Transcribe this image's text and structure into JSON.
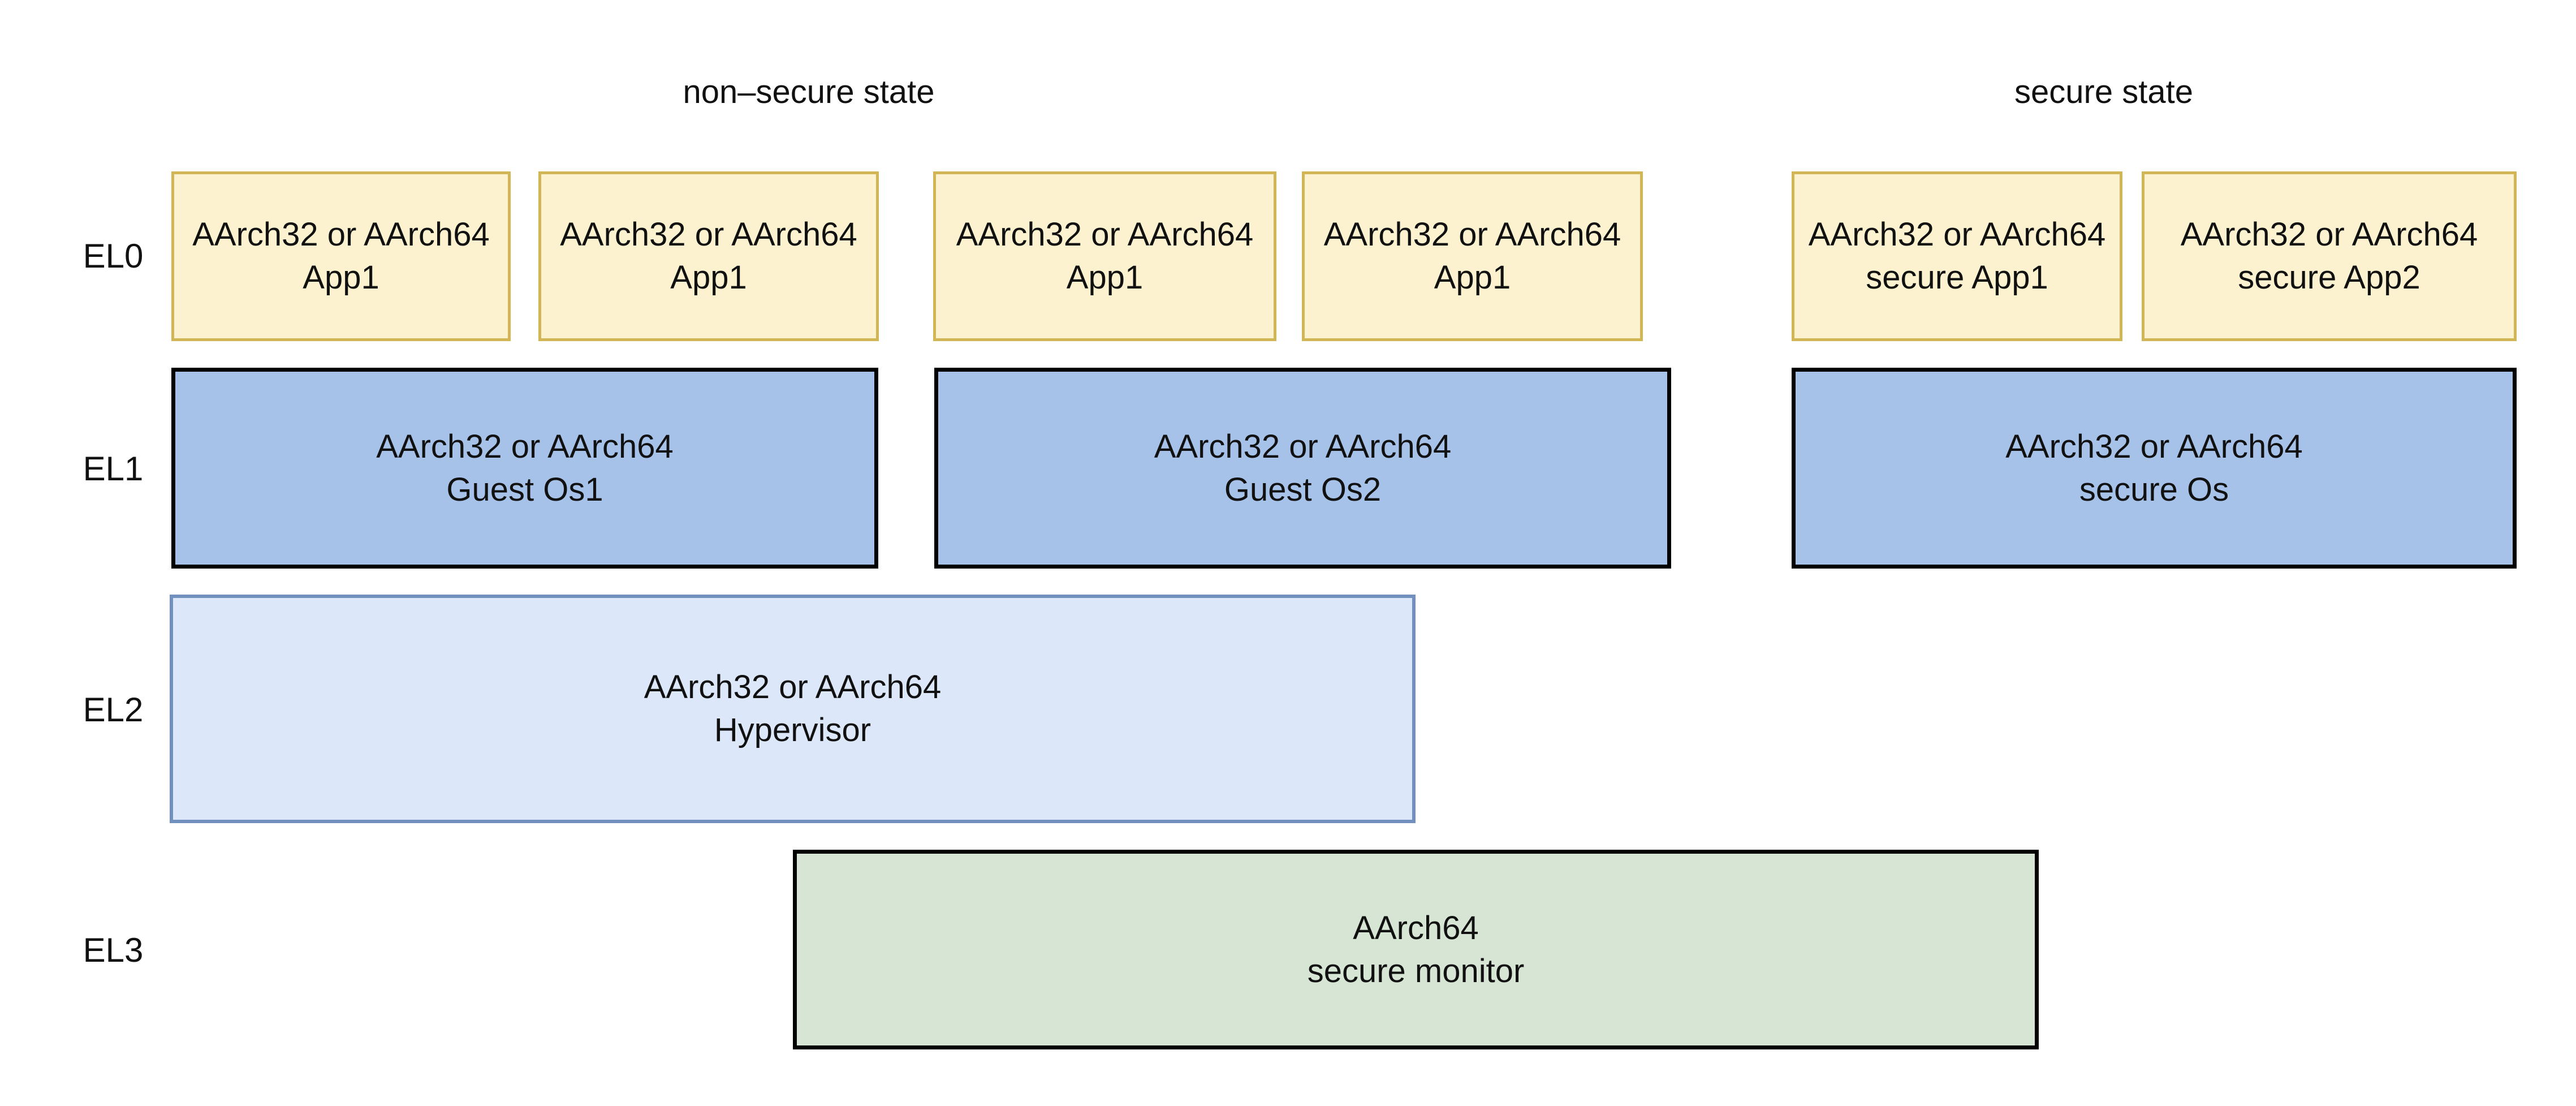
{
  "titles": {
    "non_secure": "non–secure state",
    "secure": "secure state"
  },
  "row_labels": [
    "EL0",
    "EL1",
    "EL2",
    "EL3"
  ],
  "el0_apps": [
    {
      "line1": "AArch32 or AArch64",
      "line2": "App1"
    },
    {
      "line1": "AArch32 or AArch64",
      "line2": "App1"
    },
    {
      "line1": "AArch32 or AArch64",
      "line2": "App1"
    },
    {
      "line1": "AArch32 or AArch64",
      "line2": "App1"
    },
    {
      "line1": "AArch32 or AArch64",
      "line2": "secure App1"
    },
    {
      "line1": "AArch32 or AArch64",
      "line2": "secure App2"
    }
  ],
  "el1_oses": [
    {
      "line1": "AArch32 or AArch64",
      "line2": "Guest Os1"
    },
    {
      "line1": "AArch32 or AArch64",
      "line2": "Guest Os2"
    },
    {
      "line1": "AArch32 or AArch64",
      "line2": "secure Os"
    }
  ],
  "el2_hypervisor": {
    "line1": "AArch32 or AArch64",
    "line2": "Hypervisor"
  },
  "el3_monitor": {
    "line1": "AArch64",
    "line2": "secure monitor"
  },
  "colors": {
    "app_fill": "#FCF2CF",
    "app_border": "#D2B656",
    "guest_fill": "#A6C2E9",
    "guest_border": "#000000",
    "hypervisor_fill": "#DCE8FA",
    "hypervisor_border": "#7190BE",
    "monitor_fill": "#D7E6D4",
    "monitor_border": "#000000",
    "text": "#111111",
    "background": "#FFFFFF"
  }
}
